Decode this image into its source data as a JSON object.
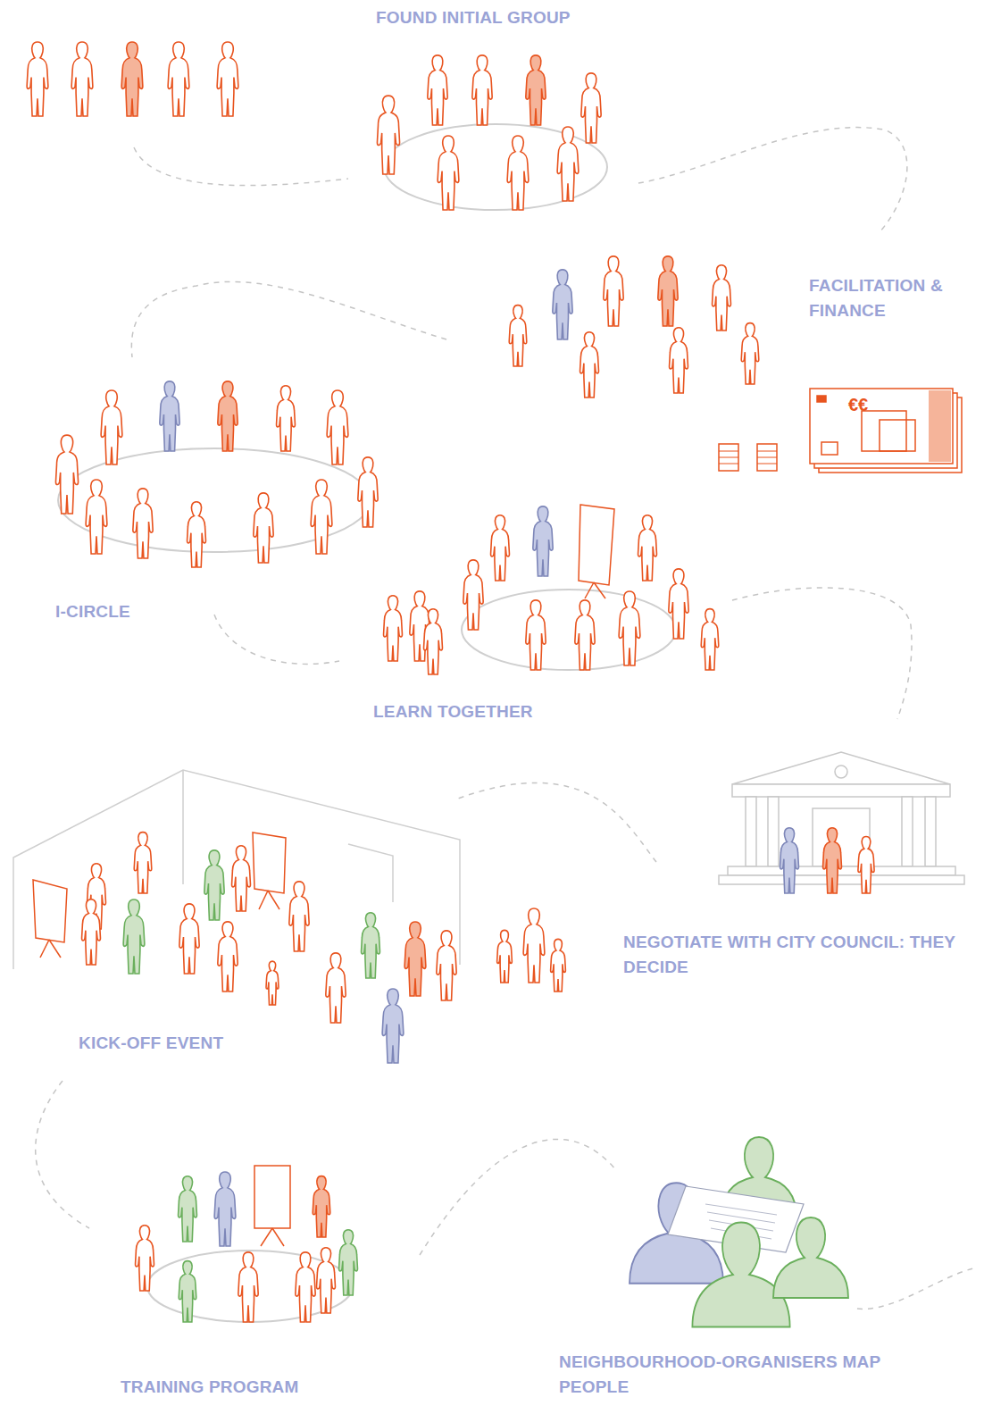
{
  "diagram": {
    "labels": [
      "FOUND INITIAL GROUP",
      "FACILITATION & FINANCE",
      "€€",
      "I-CIRCLE",
      "LEARN TOGETHER",
      "NEGOTIATE WITH CITY COUNCIL: THEY DECIDE",
      "KICK-OFF EVENT",
      "TRAINING PROGRAM",
      "NEIGHBOURHOOD-ORGANISERS MAP PEOPLE"
    ]
  }
}
